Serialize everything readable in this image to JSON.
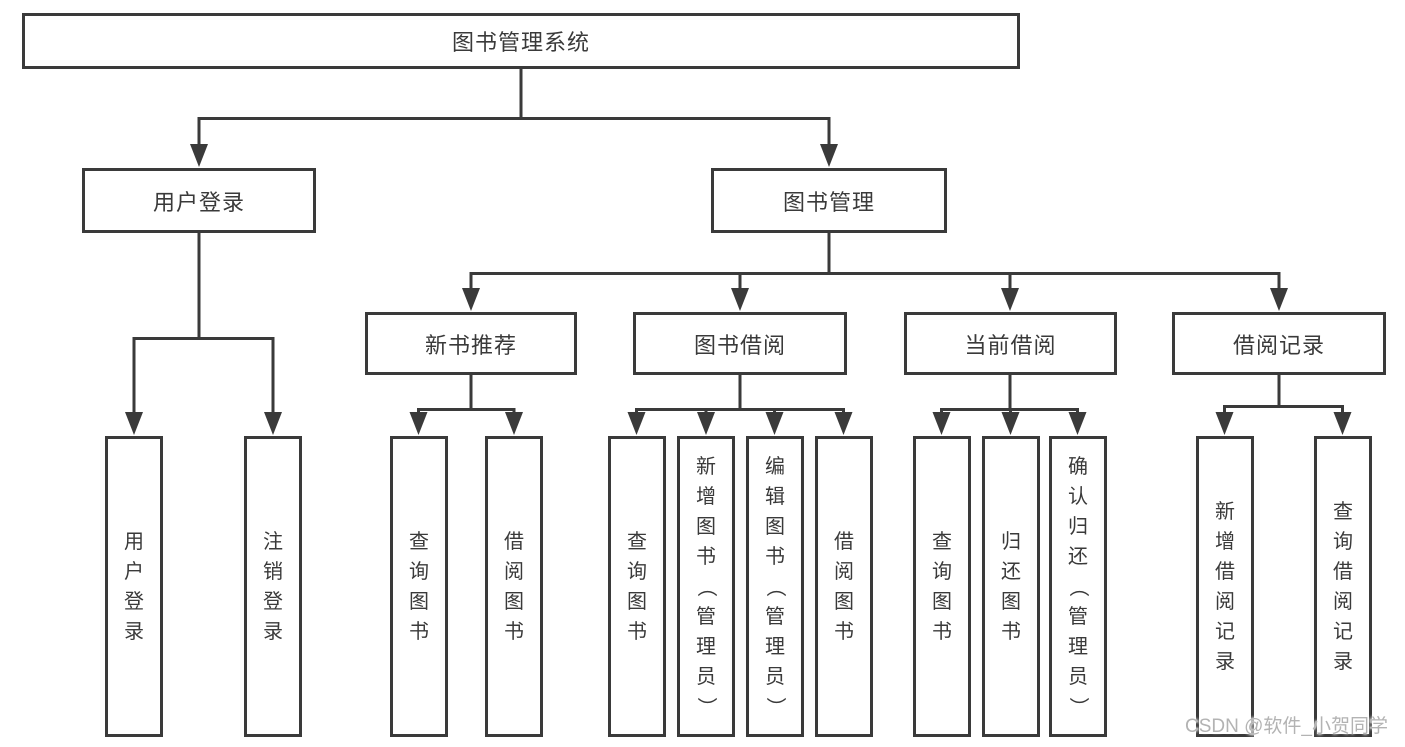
{
  "diagram": {
    "root": {
      "label": "图书管理系统"
    },
    "level1": {
      "user_login": {
        "label": "用户登录"
      },
      "book_management": {
        "label": "图书管理"
      }
    },
    "level2": {
      "new_book_recommend": {
        "label": "新书推荐"
      },
      "book_borrow": {
        "label": "图书借阅"
      },
      "current_borrow": {
        "label": "当前借阅"
      },
      "borrow_records": {
        "label": "借阅记录"
      }
    },
    "leaves": {
      "user_login": [
        "用户登录",
        "注销登录"
      ],
      "new_book_recommend": [
        "查询图书",
        "借阅图书"
      ],
      "book_borrow": [
        "查询图书",
        "新增图书（管理员）",
        "编辑图书（管理员）",
        "借阅图书"
      ],
      "current_borrow": [
        "查询图书",
        "归还图书",
        "确认归还（管理员）"
      ],
      "borrow_records": [
        "新增借阅记录",
        "查询借阅记录"
      ]
    }
  },
  "watermark": {
    "label": "CSDN @软件_小贺同学"
  },
  "colors": {
    "line": "#3a3a3a",
    "text": "#3a3a3a",
    "box_background": "#ffffff",
    "watermark": "#b3b3b3",
    "background": "#ffffff"
  }
}
